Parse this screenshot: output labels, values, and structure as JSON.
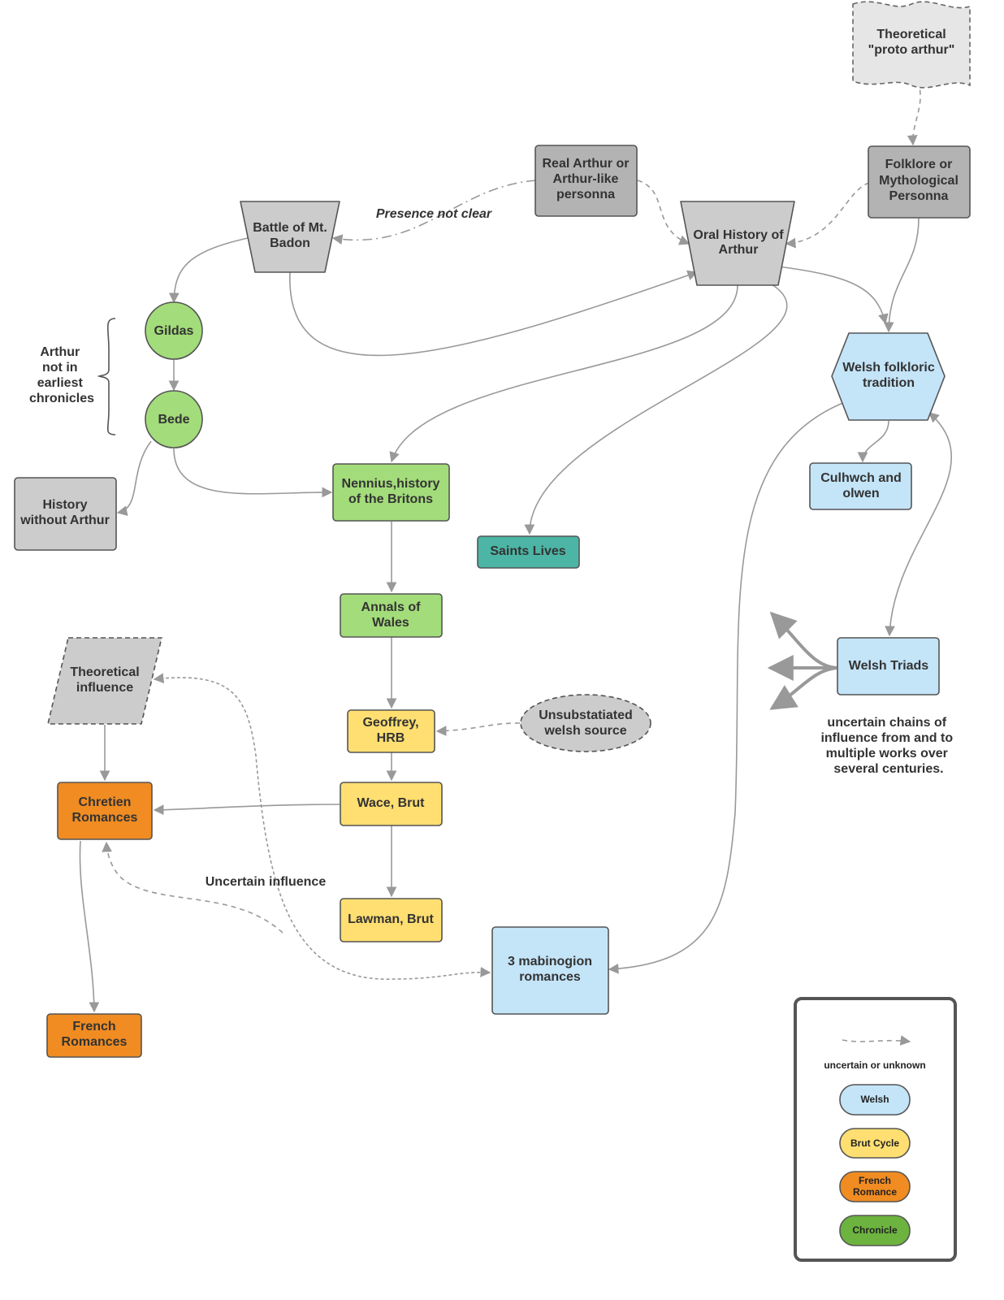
{
  "nodes": {
    "proto_arthur": [
      "Theoretical",
      "\"proto arthur\""
    ],
    "real_arthur": [
      "Real Arthur or",
      "Arthur-like",
      "personna"
    ],
    "folklore": [
      "Folklore or",
      "Mythological",
      "Personna"
    ],
    "battle": [
      "Battle of Mt.",
      "Badon"
    ],
    "oral_history": [
      "Oral History of",
      "Arthur"
    ],
    "gildas": [
      "Gildas"
    ],
    "bede": [
      "Bede"
    ],
    "history_without": [
      "History",
      "without Arthur"
    ],
    "welsh_folkloric": [
      "Welsh folkloric",
      "tradition"
    ],
    "culhwch": [
      "Culhwch and",
      "olwen"
    ],
    "nennius": [
      "Nennius,history",
      "of the Britons"
    ],
    "saints": [
      "Saints Lives"
    ],
    "annals": [
      "Annals of",
      "Wales"
    ],
    "welsh_triads": [
      "Welsh Triads"
    ],
    "theoretical_influence": [
      "Theoretical",
      "influence"
    ],
    "geoffrey": [
      "Geoffrey,",
      "HRB"
    ],
    "unsubstantiated": [
      "Unsubstatiated",
      "welsh source"
    ],
    "chretien": [
      "Chretien",
      "Romances"
    ],
    "wace": [
      "Wace, Brut"
    ],
    "lawman": [
      "Lawman, Brut"
    ],
    "mabinogion": [
      "3 mabinogion",
      "romances"
    ],
    "french": [
      "French",
      "Romances"
    ]
  },
  "annotations": {
    "presence": "Presence not clear",
    "not_in_chronicles": [
      "Arthur",
      "not in",
      "earliest",
      "chronicles"
    ],
    "uncertain_chains": [
      "uncertain chains of",
      "influence from and to",
      "multiple works over",
      "several centuries."
    ],
    "uncertain_influence": "Uncertain influence"
  },
  "legend": {
    "dashed_label": "uncertain or unknown",
    "welsh": "Welsh",
    "brut": "Brut Cycle",
    "french": [
      "French",
      "Romance"
    ],
    "chronicle": "Chronicle"
  },
  "colors": {
    "gray": "#cccccc",
    "dark_gray": "#b3b3b3",
    "green": "#a3dc7a",
    "welsh_blue": "#c4e4f8",
    "brut_yellow": "#ffdf71",
    "french_orange": "#f08c22",
    "teal": "#4cb5a5",
    "legend_green": "#6cb33f",
    "edge": "#999999"
  }
}
